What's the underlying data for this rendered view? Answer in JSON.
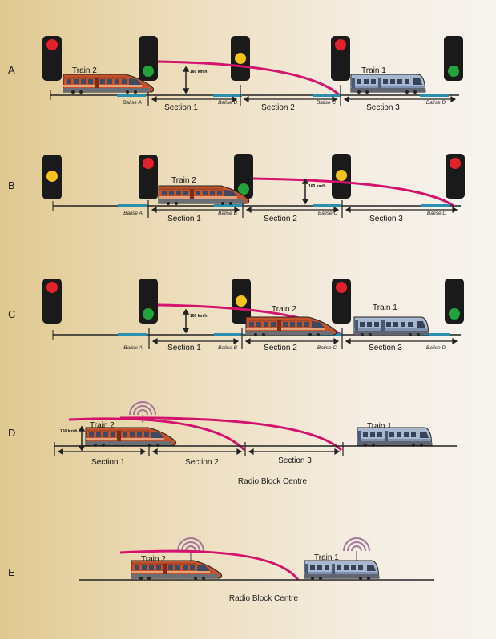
{
  "rows": {
    "A": {
      "label": "A",
      "train2": "Train 2",
      "train1": "Train 1",
      "speed": "160 km/h",
      "sections": [
        "Section 1",
        "Section 2",
        "Section 3"
      ],
      "balises": [
        "Balise A",
        "Balise B",
        "Balise C",
        "Balise D"
      ]
    },
    "B": {
      "label": "B",
      "train2": "Train 2",
      "speed": "160 km/h",
      "sections": [
        "Section 1",
        "Section 2",
        "Section 3"
      ],
      "balises": [
        "Balise A",
        "Balise B",
        "Balise C",
        "Balise D"
      ]
    },
    "C": {
      "label": "C",
      "train2": "Train 2",
      "train1": "Train 1",
      "speed": "160 km/h",
      "sections": [
        "Section 1",
        "Section 2",
        "Section 3"
      ],
      "balises": [
        "Balise A",
        "Balise B",
        "Balise C",
        "Balise D"
      ]
    },
    "D": {
      "label": "D",
      "train2": "Train 2",
      "train1": "Train 1",
      "speed": "160 km/h",
      "sections": [
        "Section 1",
        "Section 2",
        "Section 3"
      ],
      "caption": "Radio Block Centre"
    },
    "E": {
      "label": "E",
      "train2": "Train 2",
      "train1": "Train 1",
      "caption": "Radio Block Centre"
    }
  },
  "colors": {
    "curve": "#d4136e",
    "red": "#e3212b",
    "yellow": "#f6c21b",
    "green": "#22a33c",
    "balise": "#2b8fb0",
    "train2_body": "#c5532a",
    "train1_body": "#a6b7cf",
    "radio": "#a2779b"
  }
}
